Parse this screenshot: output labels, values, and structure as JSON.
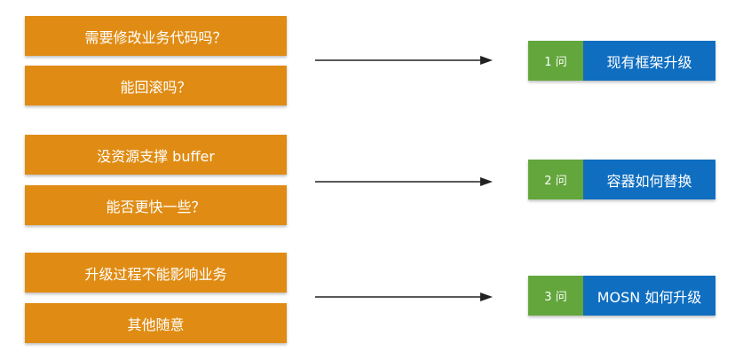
{
  "groups": [
    {
      "questions": [
        "需要修改业务代码吗？",
        "能回滚吗？"
      ],
      "answer": {
        "num": "1 问",
        "label": "现有框架升级"
      }
    },
    {
      "questions": [
        "没资源支撑 buffer",
        "能否更快一些？"
      ],
      "answer": {
        "num": "2 问",
        "label": "容器如何替换"
      }
    },
    {
      "questions": [
        "升级过程不能影响业务",
        "其他随意"
      ],
      "answer": {
        "num": "3 问",
        "label": "MOSN 如何升级"
      }
    }
  ],
  "colors": {
    "question_bg": "#e08c14",
    "answer_num_bg": "#63a63c",
    "answer_label_bg": "#0f6ec0",
    "arrow": "#222222"
  }
}
